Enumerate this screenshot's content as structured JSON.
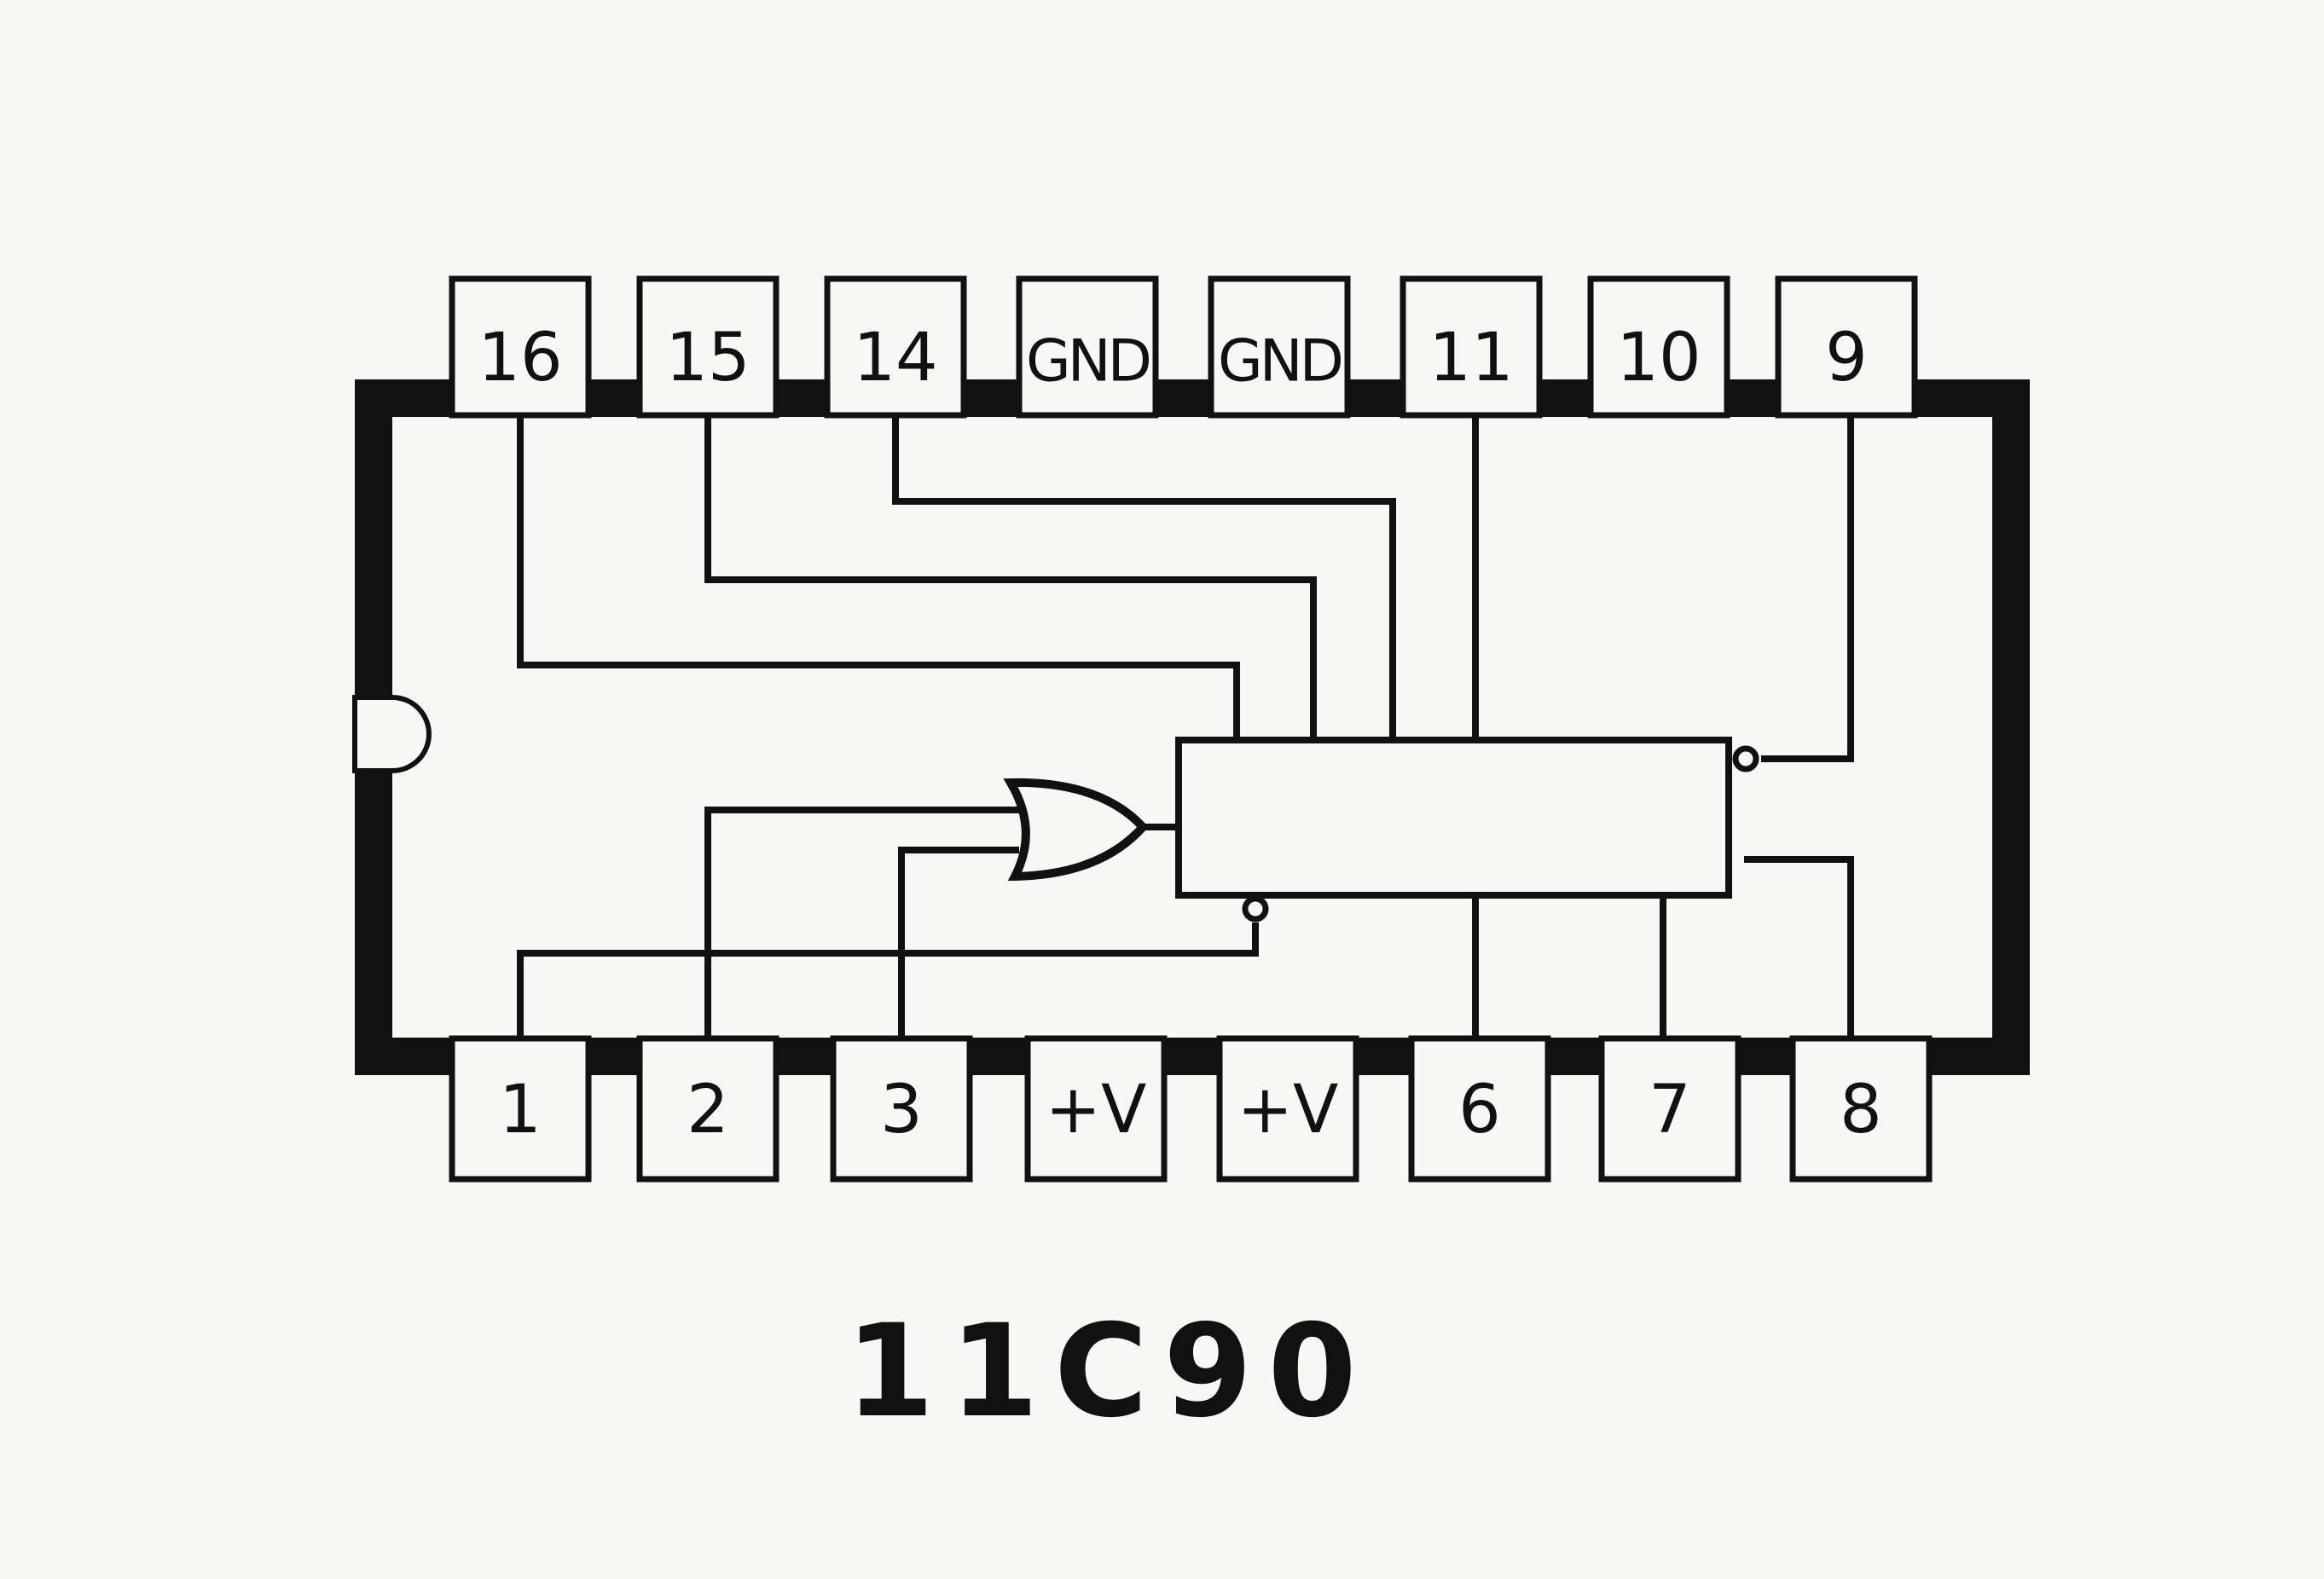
{
  "chip": {
    "part_number": "11C90",
    "top_pins": [
      "16",
      "15",
      "14",
      "GND",
      "GND",
      "11",
      "10",
      "9"
    ],
    "bottom_pins": [
      "1",
      "2",
      "3",
      "+V",
      "+V",
      "6",
      "7",
      "8"
    ]
  },
  "colors": {
    "ink": "#111111",
    "paper": "#f7f7f5"
  }
}
